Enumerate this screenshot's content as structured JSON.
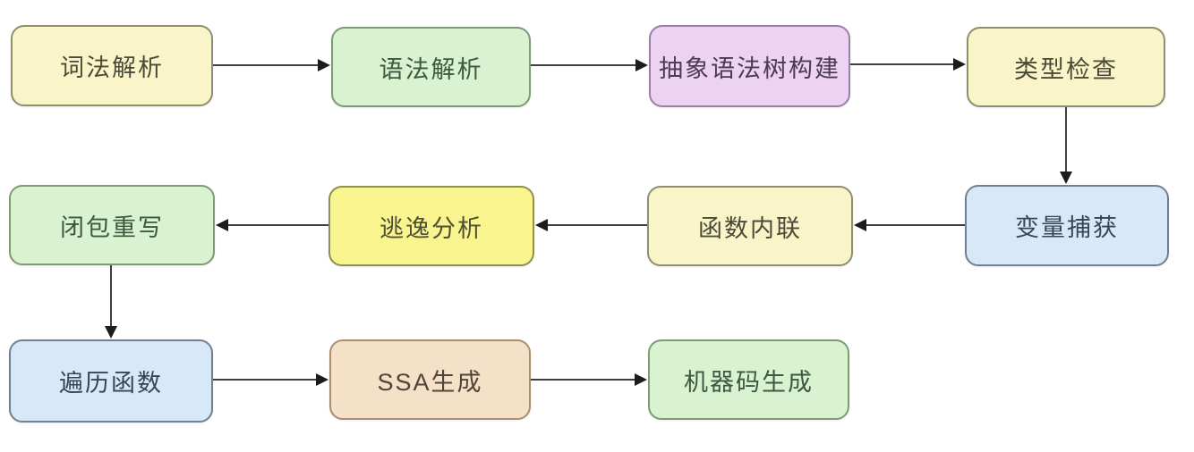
{
  "diagram": {
    "type": "flowchart",
    "description": "Compiler pipeline flowchart with Chinese stage labels",
    "nodes": [
      {
        "id": "lexical",
        "label": "词法解析",
        "color": "yellow"
      },
      {
        "id": "syntax",
        "label": "语法解析",
        "color": "green"
      },
      {
        "id": "ast",
        "label": "抽象语法树构建",
        "color": "purple"
      },
      {
        "id": "typecheck",
        "label": "类型检查",
        "color": "yellow"
      },
      {
        "id": "varcapture",
        "label": "变量捕获",
        "color": "blue"
      },
      {
        "id": "inline",
        "label": "函数内联",
        "color": "yellow"
      },
      {
        "id": "escape",
        "label": "逃逸分析",
        "color": "bright-yellow"
      },
      {
        "id": "closure",
        "label": "闭包重写",
        "color": "green"
      },
      {
        "id": "walk",
        "label": "遍历函数",
        "color": "blue"
      },
      {
        "id": "ssa",
        "label": "SSA生成",
        "color": "tan"
      },
      {
        "id": "machine",
        "label": "机器码生成",
        "color": "green"
      }
    ],
    "edges": [
      {
        "from": "lexical",
        "to": "syntax",
        "direction": "right"
      },
      {
        "from": "syntax",
        "to": "ast",
        "direction": "right"
      },
      {
        "from": "ast",
        "to": "typecheck",
        "direction": "right"
      },
      {
        "from": "typecheck",
        "to": "varcapture",
        "direction": "down"
      },
      {
        "from": "varcapture",
        "to": "inline",
        "direction": "left"
      },
      {
        "from": "inline",
        "to": "escape",
        "direction": "left"
      },
      {
        "from": "escape",
        "to": "closure",
        "direction": "left"
      },
      {
        "from": "closure",
        "to": "walk",
        "direction": "down"
      },
      {
        "from": "walk",
        "to": "ssa",
        "direction": "right"
      },
      {
        "from": "ssa",
        "to": "machine",
        "direction": "right"
      }
    ],
    "colors": {
      "yellow": {
        "fill": "#FAF5C8",
        "border": "#8E8E72",
        "text": "#4A4A38"
      },
      "bright_yellow": {
        "fill": "#F9F48D",
        "border": "#8F8F50",
        "text": "#4F4F33"
      },
      "green": {
        "fill": "#D9F2D0",
        "border": "#7E9B77",
        "text": "#3C5840"
      },
      "purple": {
        "fill": "#EDD2F3",
        "border": "#9B7FA6",
        "text": "#4A3A52"
      },
      "blue": {
        "fill": "#D7E9F8",
        "border": "#73808E",
        "text": "#36455A"
      },
      "tan": {
        "fill": "#F4E1C7",
        "border": "#A98F6F",
        "text": "#51443A"
      },
      "arrow": "#1C1C1C",
      "background": "#FFFFFF"
    }
  }
}
